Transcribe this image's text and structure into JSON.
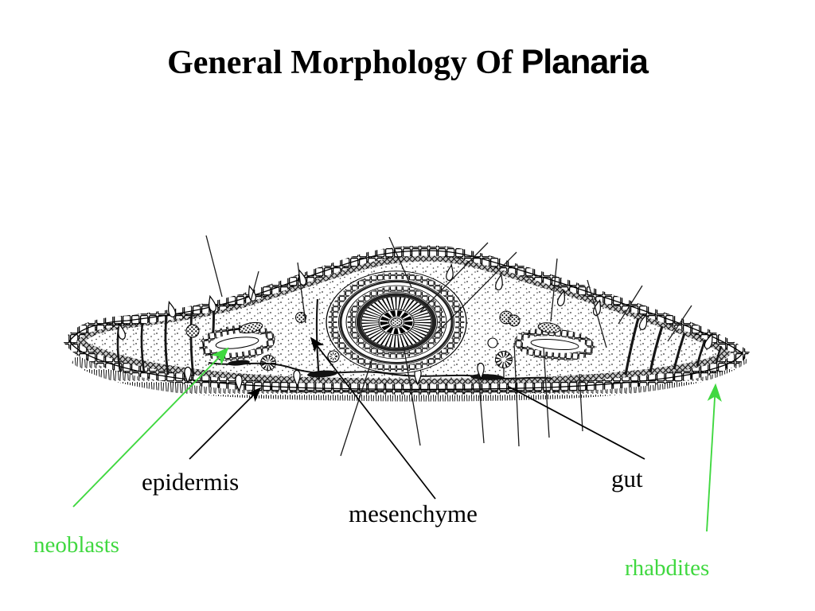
{
  "slide": {
    "background_color": "#ffffff",
    "title": {
      "serif": "General Morphology Of",
      "bold": "Planaria"
    },
    "colors": {
      "ink": "#000000",
      "green": "#40d840"
    },
    "labels": [
      {
        "id": "epidermis",
        "text": "epidermis",
        "color": "#000000"
      },
      {
        "id": "mesenchyme",
        "text": "mesenchyme",
        "color": "#000000"
      },
      {
        "id": "gut",
        "text": "gut",
        "color": "#000000"
      },
      {
        "id": "neoblasts",
        "text": "neoblasts",
        "color": "#40d840"
      },
      {
        "id": "rhabdites",
        "text": "rhabdites",
        "color": "#40d840"
      }
    ]
  }
}
